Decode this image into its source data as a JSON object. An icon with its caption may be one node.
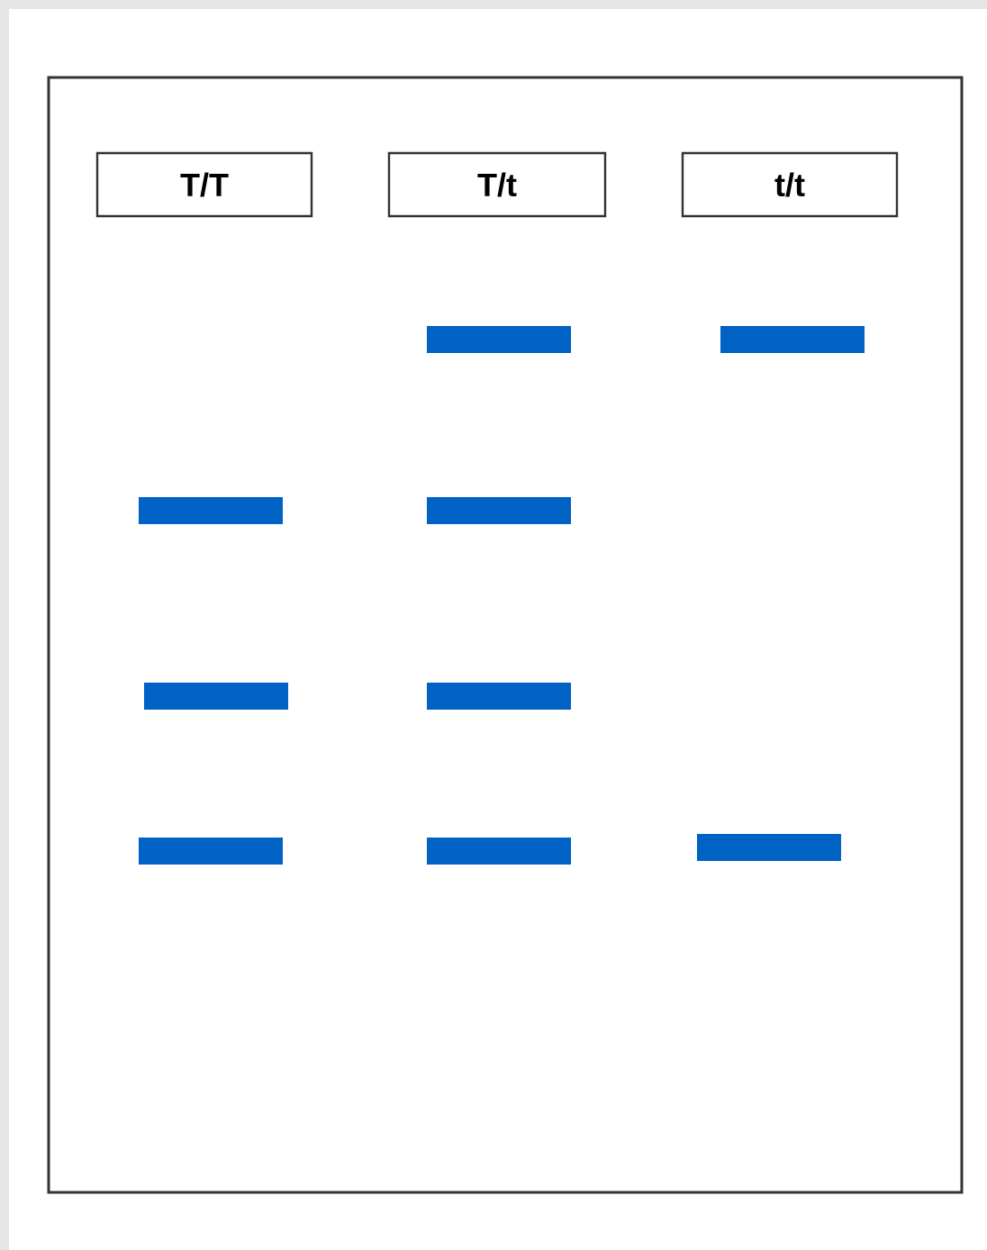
{
  "diagram": {
    "nodes": [
      {
        "text": [
          "T/T"
        ]
      },
      {
        "text": [
          "T/t"
        ]
      },
      {
        "text": [
          "t/t"
        ]
      },
      {
        "text": [],
        "shape": "bar"
      },
      {
        "text": [],
        "shape": "bar"
      },
      {
        "text": [],
        "shape": "bar"
      },
      {
        "text": [],
        "shape": "bar"
      },
      {
        "text": [],
        "shape": "bar"
      },
      {
        "text": [],
        "shape": "bar"
      },
      {
        "text": [],
        "shape": "bar"
      },
      {
        "text": [],
        "shape": "bar"
      },
      {
        "text": [],
        "shape": "bar"
      }
    ]
  }
}
